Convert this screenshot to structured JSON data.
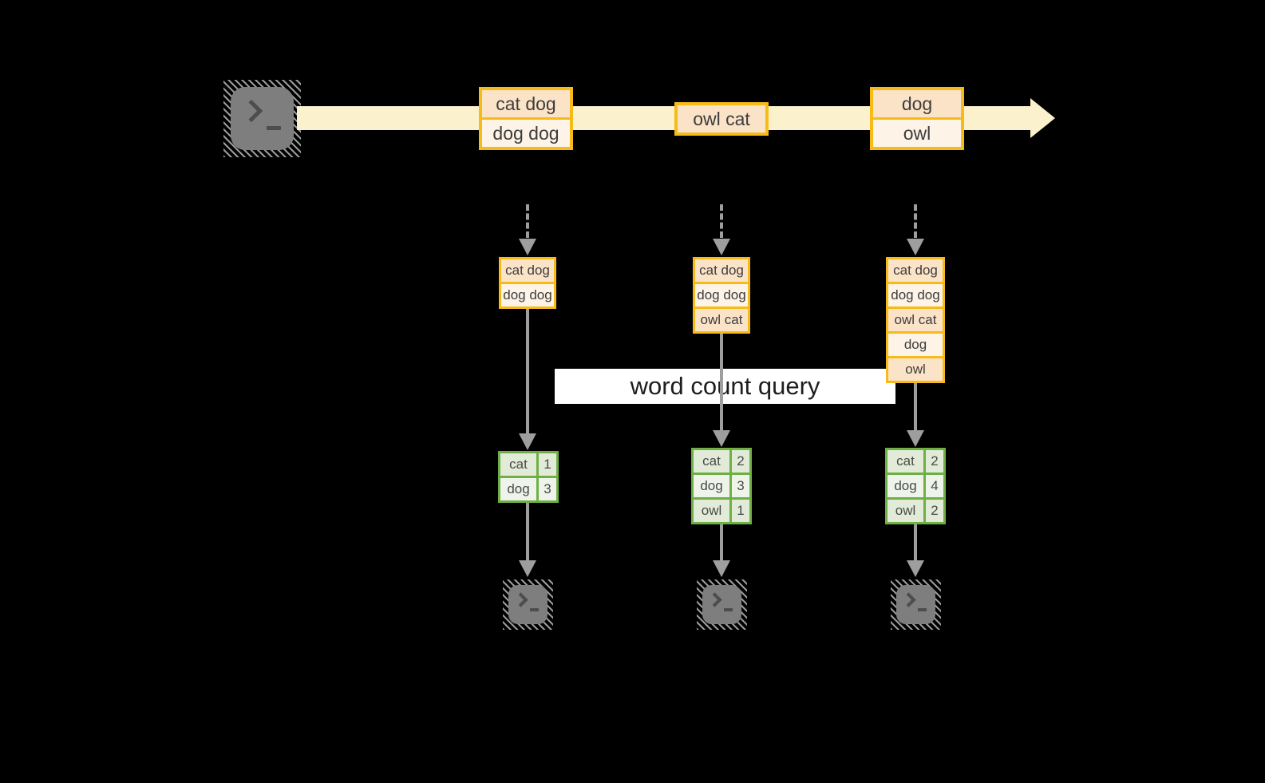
{
  "query_label": "word count query",
  "stream": {
    "events": [
      {
        "lines": [
          "cat dog",
          "dog dog"
        ]
      },
      {
        "lines": [
          "owl cat"
        ]
      },
      {
        "lines": [
          "dog",
          "owl"
        ]
      }
    ]
  },
  "columns": [
    {
      "buffer": [
        "cat dog",
        "dog dog"
      ],
      "counts": [
        {
          "word": "cat",
          "count": 1
        },
        {
          "word": "dog",
          "count": 3
        }
      ]
    },
    {
      "buffer": [
        "cat dog",
        "dog dog",
        "owl cat"
      ],
      "counts": [
        {
          "word": "cat",
          "count": 2
        },
        {
          "word": "dog",
          "count": 3
        },
        {
          "word": "owl",
          "count": 1
        }
      ]
    },
    {
      "buffer": [
        "cat dog",
        "dog dog",
        "owl cat",
        "dog",
        "owl"
      ],
      "counts": [
        {
          "word": "cat",
          "count": 2
        },
        {
          "word": "dog",
          "count": 4
        },
        {
          "word": "owl",
          "count": 2
        }
      ]
    }
  ],
  "icons": {
    "source": "terminal-prompt-icon",
    "sink": "terminal-prompt-icon",
    "stream_arrow": "right-arrow",
    "flow_arrow": "down-arrow"
  },
  "colors": {
    "amber_border": "#f7bb17",
    "event_cell_dark": "#fbe3c7",
    "event_cell_light": "#fdf3e6",
    "stream_fill": "#fbf1cc",
    "green_border": "#6eaf46",
    "count_row_dark": "#e1ebd7",
    "count_row_light": "#eff4ea",
    "arrow_gray": "#9e9e9e",
    "terminal_gray": "#7e7e7e",
    "background": "#000000"
  }
}
